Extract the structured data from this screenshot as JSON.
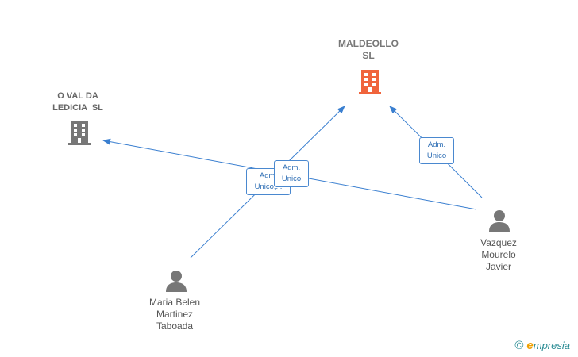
{
  "nodes": {
    "company_main": {
      "name_line1": "MALDEOLLO",
      "name_line2": "SL",
      "icon": "building-icon",
      "color": "#f0643c"
    },
    "company_other": {
      "name_line1": "O VAL DA",
      "name_line2": "LEDICIA  SL",
      "icon": "building-icon",
      "color": "#777777"
    },
    "person_maria": {
      "line1": "Maria Belen",
      "line2": "Martinez",
      "line3": "Taboada",
      "icon": "person-icon"
    },
    "person_vazquez": {
      "line1": "Vazquez",
      "line2": "Mourelo",
      "line3": "Javier",
      "icon": "person-icon"
    }
  },
  "edges": {
    "vazquez_to_other": {
      "label_line1": "Adm.",
      "label_line2": "Unico,..."
    },
    "maria_to_main": {
      "label_line1": "Adm.",
      "label_line2": "Unico"
    },
    "vazquez_to_main": {
      "label_line1": "Adm.",
      "label_line2": "Unico"
    }
  },
  "colors": {
    "edge": "#3a7fd0",
    "person": "#777777"
  },
  "watermark": {
    "copyright": "©",
    "brand_initial": "e",
    "brand_rest": "mpresia"
  }
}
